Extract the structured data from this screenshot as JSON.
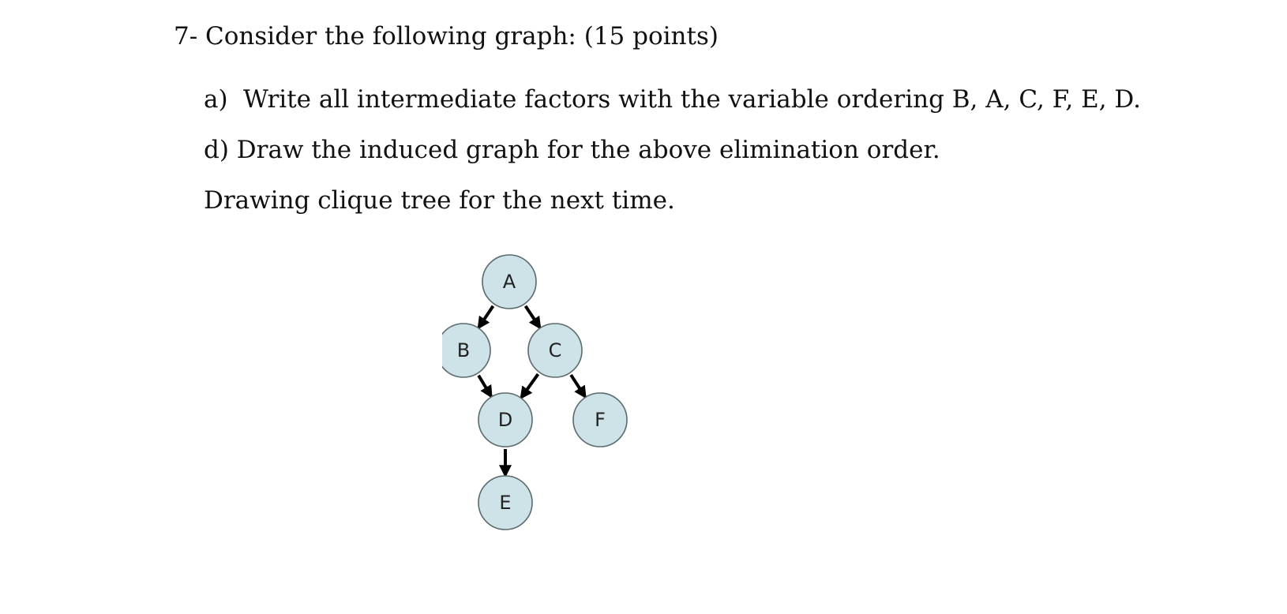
{
  "question": {
    "heading": "7- Consider the following graph: (15 points)",
    "items": [
      {
        "marker": "a)",
        "text": "Write all intermediate factors with the variable ordering B, A, C, F, E, D."
      },
      {
        "marker": "",
        "text": "d) Draw the induced graph for the above elimination order."
      },
      {
        "marker": "",
        "text": "Drawing clique tree for the next time."
      }
    ]
  },
  "graph": {
    "nodes": [
      "A",
      "B",
      "C",
      "D",
      "E",
      "F"
    ],
    "edges": [
      {
        "from": "A",
        "to": "B"
      },
      {
        "from": "A",
        "to": "C"
      },
      {
        "from": "B",
        "to": "D"
      },
      {
        "from": "C",
        "to": "D"
      },
      {
        "from": "C",
        "to": "F"
      },
      {
        "from": "D",
        "to": "E"
      }
    ],
    "node_fill": "#cde3e8",
    "edge_color": "#000000"
  }
}
